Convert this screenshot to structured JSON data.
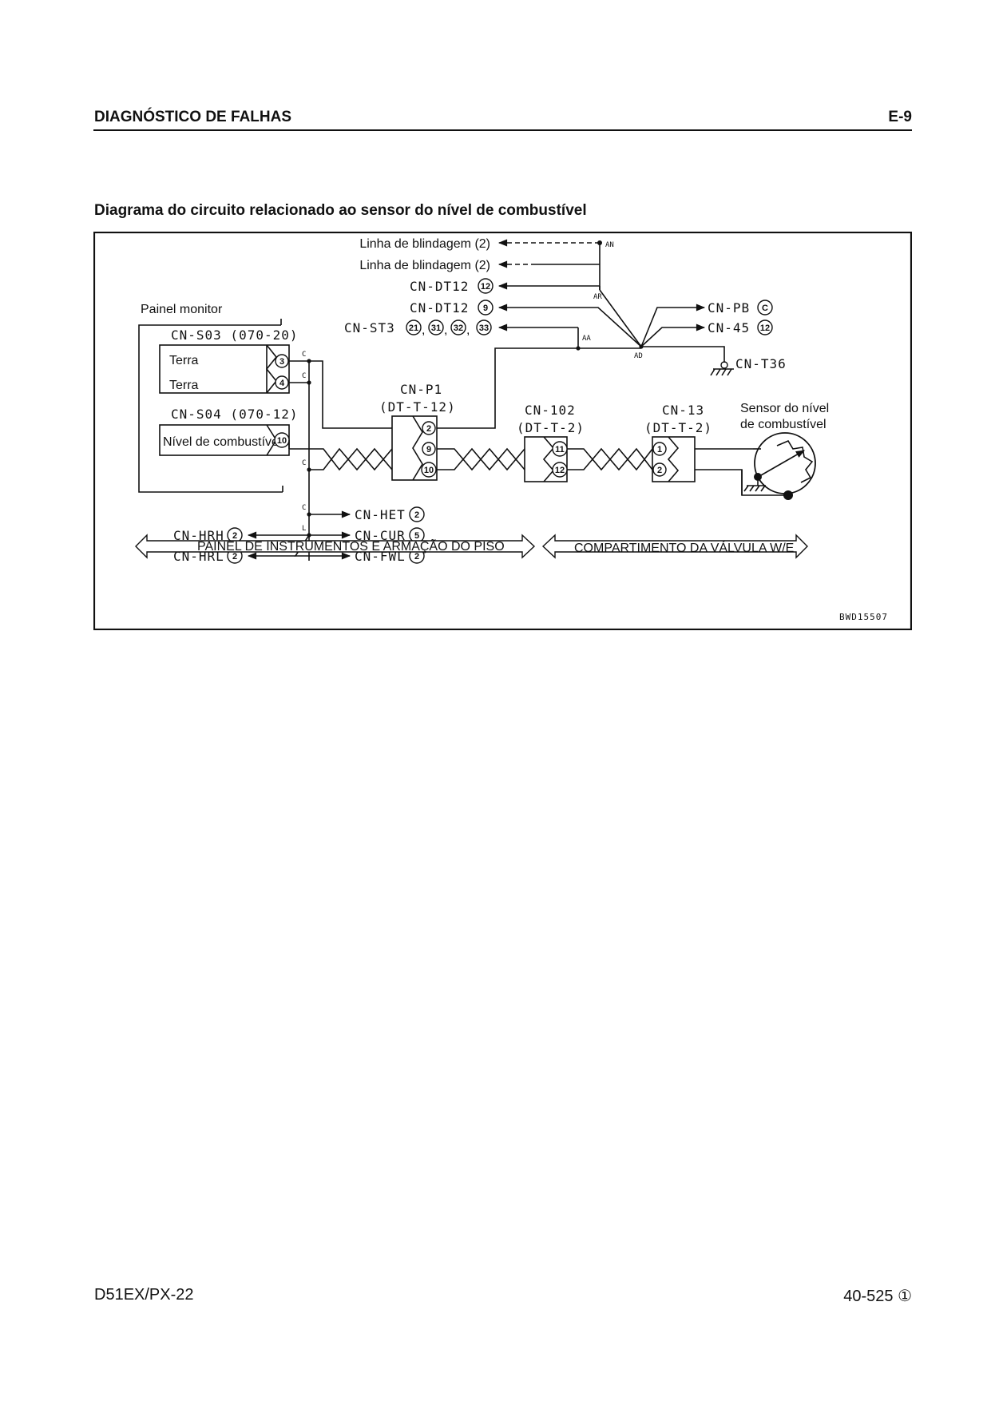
{
  "header": {
    "title": "DIAGNÓSTICO DE FALHAS",
    "page_code": "E-9"
  },
  "figure": {
    "title": "Diagrama do circuito relacionado ao sensor do nível de combustível"
  },
  "diagram": {
    "shield_lines": [
      "Linha de blindagem (2)",
      "Linha de blindagem (2)"
    ],
    "left_targets": {
      "dt12_a": "CN-DT12",
      "dt12_b": "CN-DT12",
      "st3": "CN-ST3"
    },
    "right_targets": {
      "pb": "CN-PB",
      "c45": "CN-45",
      "t36": "CN-T36"
    },
    "splices": {
      "an": "AN",
      "ar": "AR",
      "aa": "AA",
      "ad": "AD",
      "c": "C",
      "l": "L"
    },
    "monitor_panel": {
      "label": "Painel monitor",
      "cn_s03": "CN-S03 (070-20)",
      "terra_1": "Terra",
      "terra_2": "Terra",
      "cn_s04": "CN-S04 (070-12)",
      "fuel_level": "Nível de combustível"
    },
    "cn_p1": {
      "name": "CN-P1",
      "type": "(DT-T-12)"
    },
    "cn_102": {
      "name": "CN-102",
      "type": "(DT-T-2)"
    },
    "cn_13": {
      "name": "CN-13",
      "type": "(DT-T-2)"
    },
    "sensor": {
      "line1": "Sensor do nível",
      "line2": "de combustível"
    },
    "bottom_targets": {
      "het": "CN-HET",
      "cur": "CN-CUR",
      "fwl": "CN-FWL",
      "hrh": "CN-HRH",
      "hrl": "CN-HRL"
    },
    "pins": {
      "p12": "12",
      "p9": "9",
      "p21": "21",
      "p31": "31",
      "p32": "32",
      "p33": "33",
      "pC": "C",
      "p3": "3",
      "p4": "4",
      "p10": "10",
      "p2": "2",
      "p11": "11",
      "p1": "1",
      "p5": "5"
    },
    "bands": {
      "left": "PAINEL DE INSTRUMENTOS E ARMAÇÃO DO PISO",
      "right": "COMPARTIMENTO DA VÁLVULA W/E"
    },
    "code": "BWD15507"
  },
  "footer": {
    "model": "D51EX/PX-22",
    "page": "40-525 ①"
  }
}
